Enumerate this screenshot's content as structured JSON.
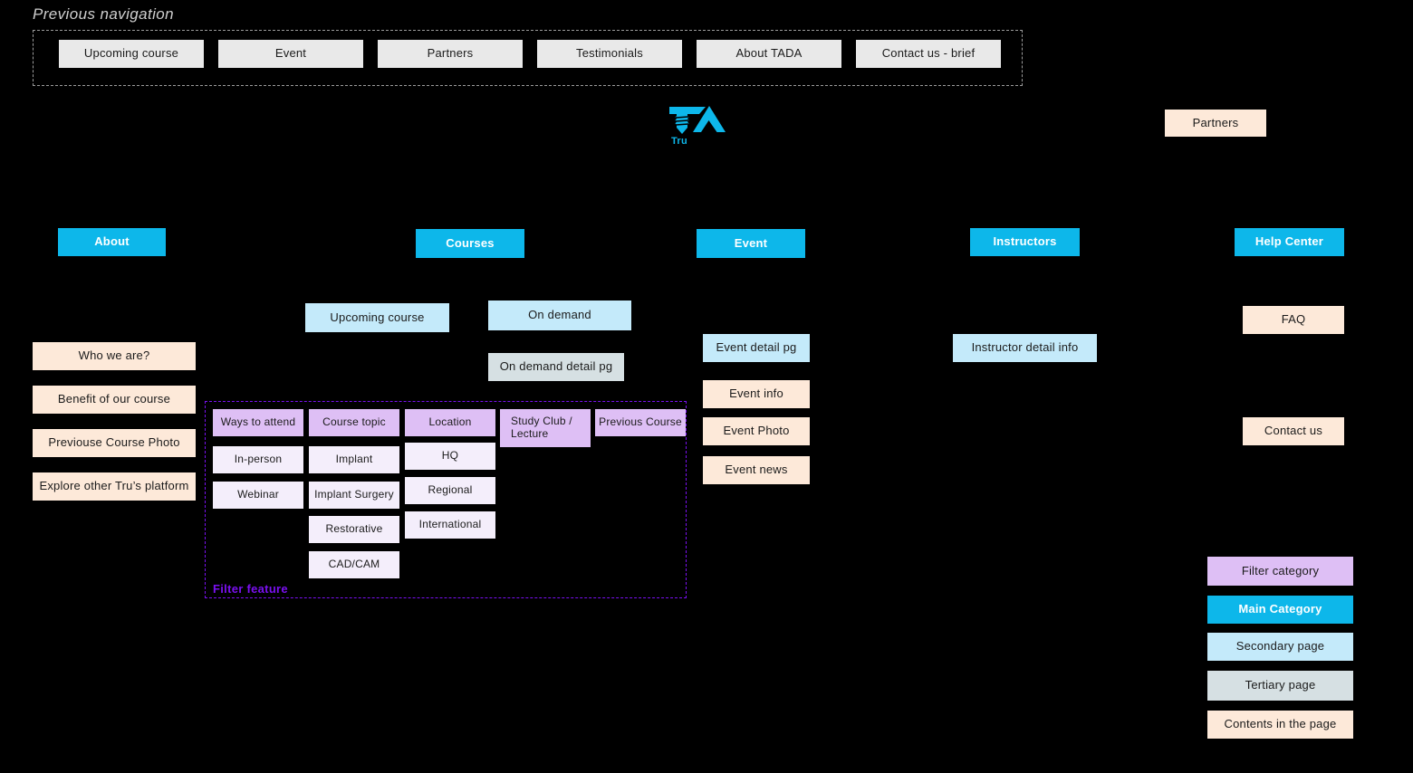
{
  "title": "Previous navigation",
  "colors": {
    "background": "#000000",
    "main_category": "#0db7ea",
    "secondary_page": "#c4eafa",
    "tertiary_page": "#d6e0e3",
    "contents_in_page": "#fde9d9",
    "filter_category": "#debff5",
    "filter_option": "#f4eefb",
    "previous_nav_button": "#e9e9e9",
    "accent_purple": "#7a10f0",
    "logo_cyan": "#0db7ea"
  },
  "previous_navigation": {
    "heading": "Previous navigation",
    "items": [
      "Upcoming course",
      "Event",
      "Partners",
      "Testimonials",
      "About TADA",
      "Contact us - brief"
    ]
  },
  "logo": {
    "mark": "TA",
    "name": "Tru"
  },
  "top_right": {
    "partners": "Partners"
  },
  "sitemap": {
    "about": {
      "label": "About",
      "contents": [
        "Who we are?",
        "Benefit of our course",
        "Previouse Course Photo",
        "Explore other Tru’s platform"
      ]
    },
    "courses": {
      "label": "Courses",
      "upcoming": "Upcoming course",
      "on_demand": "On demand",
      "on_demand_detail": "On demand detail pg",
      "filter": {
        "label": "Filter feature",
        "ways_to_attend": {
          "label": "Ways to attend",
          "options": [
            "In-person",
            "Webinar"
          ]
        },
        "course_topic": {
          "label": "Course topic",
          "options": [
            "Implant",
            "Implant Surgery",
            "Restorative",
            "CAD/CAM"
          ]
        },
        "location": {
          "label": "Location",
          "options": [
            "HQ",
            "Regional",
            "International"
          ]
        },
        "study_club": {
          "label": "Study Club / Lecture"
        },
        "previous_course": {
          "label": "Previous Course"
        }
      }
    },
    "event": {
      "label": "Event",
      "detail": "Event detail pg",
      "contents": [
        "Event info",
        "Event Photo",
        "Event news"
      ]
    },
    "instructors": {
      "label": "Instructors",
      "detail": "Instructor detail info"
    },
    "help_center": {
      "label": "Help Center",
      "contents": [
        "FAQ",
        "Contact us"
      ]
    }
  },
  "legend": {
    "filter": "Filter category",
    "main": "Main Category",
    "secondary": "Secondary page",
    "tertiary": "Tertiary page",
    "contents": "Contents in the page"
  }
}
